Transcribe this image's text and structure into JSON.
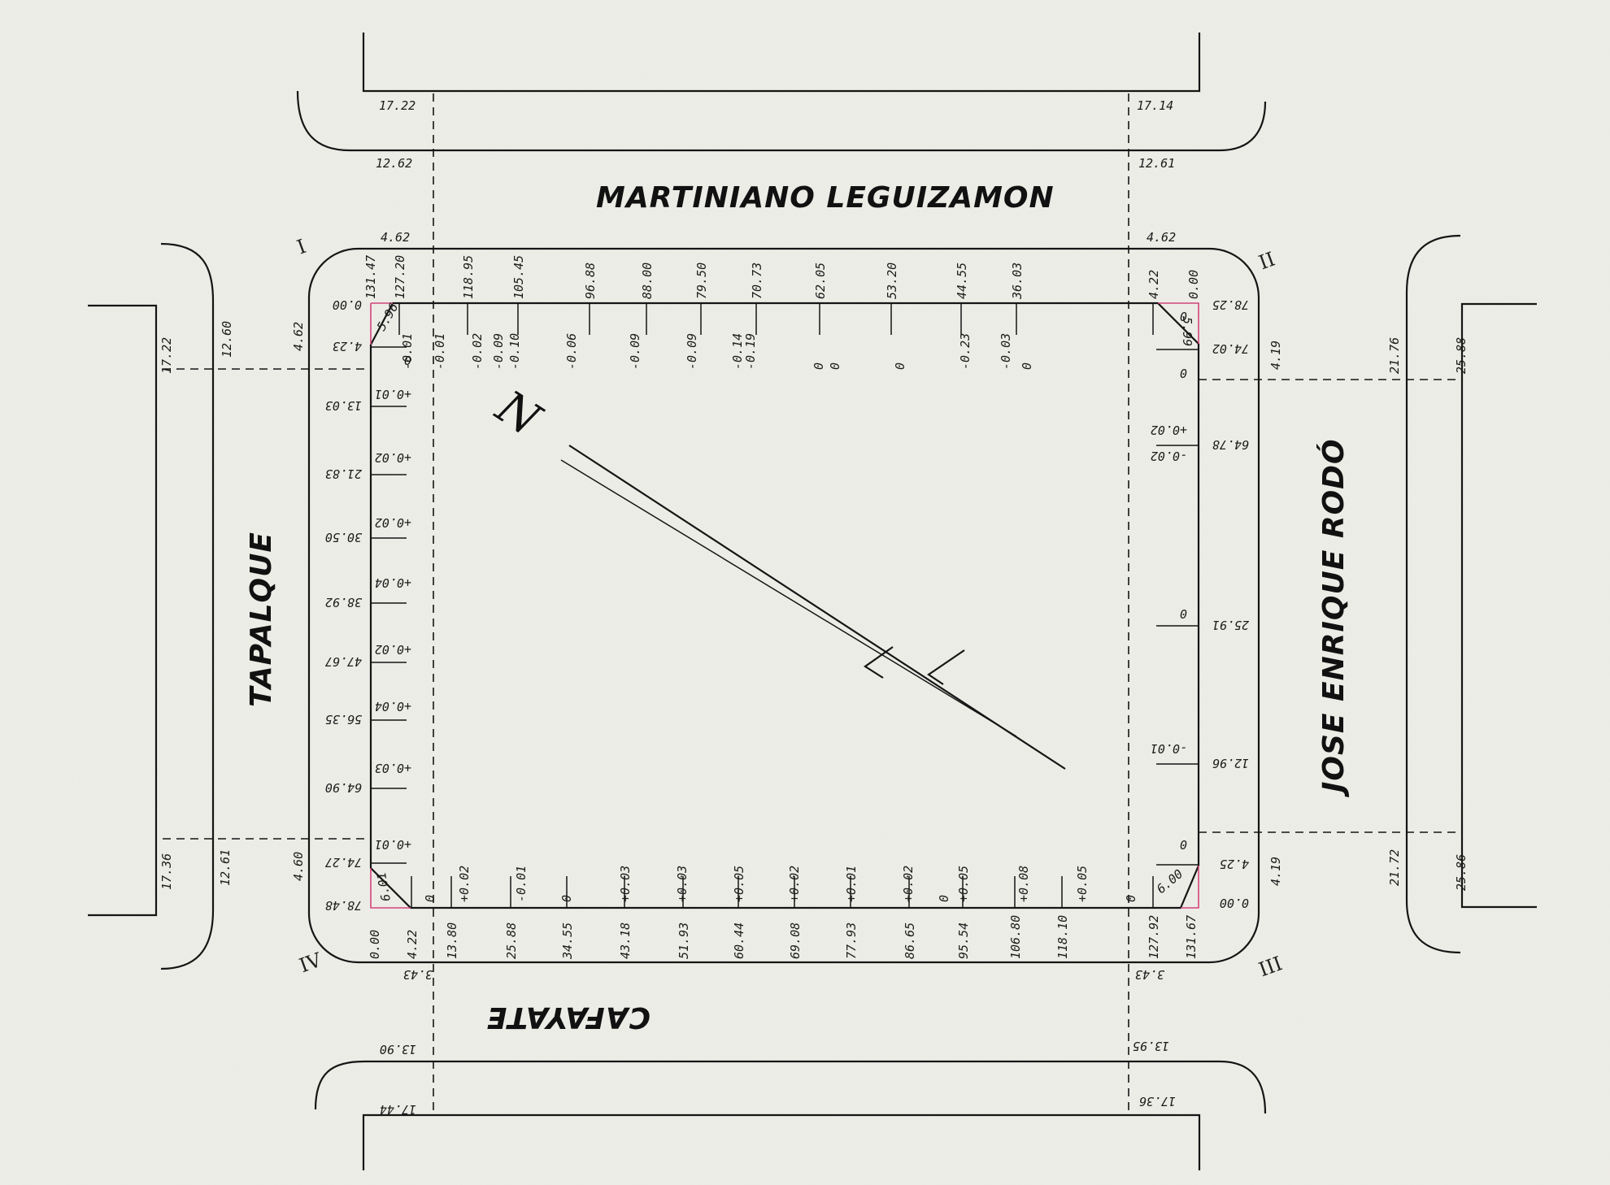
{
  "streets": {
    "north": "MARTINIANO LEGUIZAMON",
    "south": "CAFAYATE",
    "west": "TAPALQUE",
    "east": "JOSE ENRIQUE RODÓ"
  },
  "north_arrow": "N",
  "corners": {
    "nw": "I",
    "ne": "II",
    "se": "III",
    "sw": "IV"
  },
  "grid_values": {
    "top_left_upper": "17.22",
    "top_left_mid": "12.62",
    "top_left_low": "4.62",
    "top_right_upper": "17.14",
    "top_right_mid": "12.61",
    "top_right_low": "4.62",
    "left_top_a": "17.22",
    "left_top_b": "12.60",
    "left_top_c": "4.62",
    "left_bot_a": "17.36",
    "left_bot_b": "12.61",
    "left_bot_c": "4.60",
    "right_top_a": "4.19",
    "right_top_b": "21.76",
    "right_top_c": "25.88",
    "right_bot_a": "4.19",
    "right_bot_b": "21.72",
    "right_bot_c": "25.86",
    "bot_left_a": "3.43",
    "bot_left_b": "13.90",
    "bot_left_c": "17.44",
    "bot_right_a": "3.43",
    "bot_right_b": "13.95",
    "bot_right_c": "17.36"
  },
  "top_chainage": [
    "131.47",
    "127.20",
    "118.95",
    "105.45",
    "96.88",
    "88.00",
    "79.50",
    "70.73",
    "62.05",
    "53.20",
    "44.55",
    "36.03",
    "4.22",
    "0.00"
  ],
  "top_offsets": [
    "-0.01",
    "-0.01",
    "-0.02",
    "-0.09",
    "-0.10",
    "-0.06",
    "-0.09",
    "-0.09",
    "-0.14",
    "-0.19",
    "0",
    "0",
    "0",
    "-0.23",
    "-0.03",
    "0"
  ],
  "top_corner": {
    "left": "5.96",
    "right": "5.99"
  },
  "bottom_chainage": [
    "0.00",
    "4.22",
    "13.80",
    "25.88",
    "34.55",
    "43.18",
    "51.93",
    "60.44",
    "69.08",
    "77.93",
    "86.65",
    "95.54",
    "106.80",
    "118.10",
    "127.92",
    "131.67"
  ],
  "bottom_offsets": [
    "0",
    "+0.02",
    "-0.01",
    "0",
    "+0.03",
    "+0.03",
    "+0.05",
    "+0.02",
    "+0.01",
    "+0.02",
    "0",
    "+0.05",
    "+0.08",
    "+0.05",
    "0"
  ],
  "bottom_corner": {
    "left": "6.01",
    "right": "6.00"
  },
  "left_chainage": [
    "0.00",
    "4.23",
    "13.03",
    "21.83",
    "30.50",
    "38.92",
    "47.67",
    "56.35",
    "64.90",
    "74.27",
    "78.48"
  ],
  "left_offsets": [
    "0",
    "+0.01",
    "+0.02",
    "+0.02",
    "+0.04",
    "+0.02",
    "+0.04",
    "+0.03",
    "+0.01"
  ],
  "right_chainage": [
    "78.25",
    "74.02",
    "64.78",
    "25.91",
    "12.96",
    "4.25",
    "0.00"
  ],
  "right_offsets": [
    "0",
    "0",
    "+0.02",
    "-0.02",
    "0",
    "-0.01",
    "0"
  ]
}
